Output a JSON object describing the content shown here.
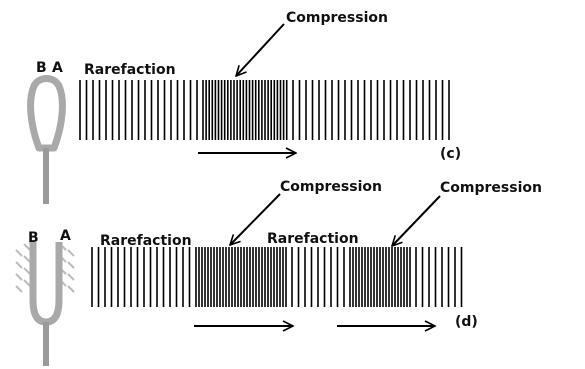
{
  "labels": {
    "prong_b": "B",
    "prong_a": "A",
    "rarefaction": "Rarefaction",
    "compression": "Compression",
    "panel_c": "(c)",
    "panel_d": "(d)"
  },
  "colors": {
    "fork": "#a9a9a9",
    "fork_handle": "#9a9a9a",
    "lines": "#000000",
    "vibration": "#bdbdbd"
  },
  "icons": [
    "tuning-fork-icon",
    "tuning-fork-vibrating-icon",
    "arrow-right-icon",
    "pointer-arrow-icon"
  ]
}
